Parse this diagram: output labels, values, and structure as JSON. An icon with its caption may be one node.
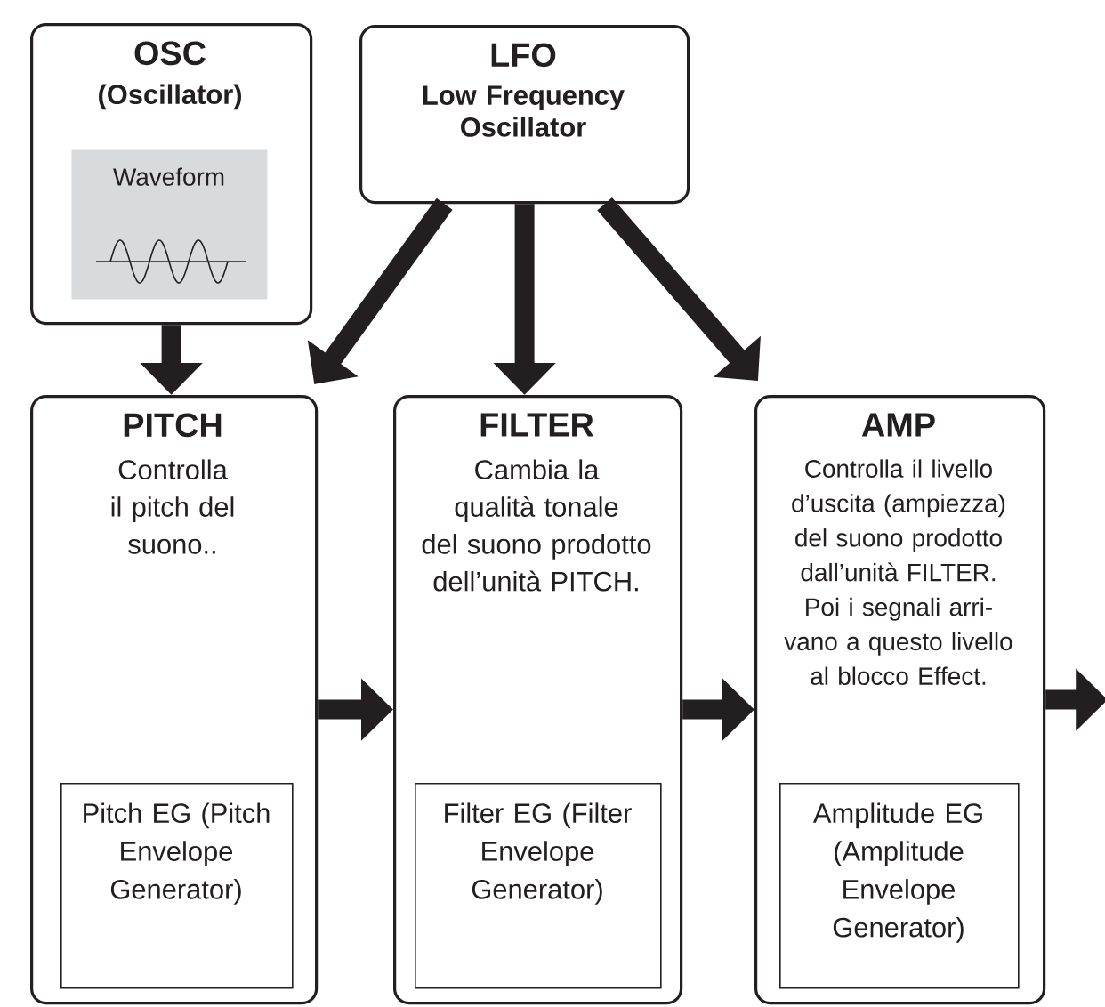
{
  "diagram": {
    "nodes": [
      {
        "text": [
          "OSC",
          "(Oscillator)"
        ]
      },
      {
        "text": [
          "Waveform"
        ],
        "in": 0
      },
      {
        "text": [
          "LFO",
          "Low Frequency Oscillator"
        ]
      },
      {
        "text": [
          "PITCH",
          "Controlla il pitch del suono.."
        ]
      },
      {
        "text": [
          "Pitch EG (Pitch Envelope Generator)"
        ],
        "in": 3
      },
      {
        "text": [
          "FILTER",
          "Cambia la qualità tonale del suono prodotto dell’unità PITCH."
        ]
      },
      {
        "text": [
          "Filter EG (Filter Envelope Generator)"
        ],
        "in": 5
      },
      {
        "text": [
          "AMP",
          "Controlla il livello d’uscita (ampiezza) del suono prodotto dall’unità FILTER. Poi i segnali arri- vano a questo livello al blocco Effect."
        ]
      },
      {
        "text": [
          "Amplitude EG (Amplitude Envelope Generator)"
        ],
        "in": 7
      }
    ],
    "edges": [
      {
        "from": 0,
        "to": 3,
        "arrow": "to"
      },
      {
        "from": 2,
        "to": 3,
        "arrow": "to"
      },
      {
        "from": 2,
        "to": 5,
        "arrow": "to"
      },
      {
        "from": 2,
        "to": 7,
        "arrow": "to"
      },
      {
        "from": 3,
        "to": 5,
        "arrow": "to"
      },
      {
        "from": 5,
        "to": 7,
        "arrow": "to"
      },
      {
        "from": 7,
        "to": null,
        "arrow": "to"
      }
    ]
  }
}
